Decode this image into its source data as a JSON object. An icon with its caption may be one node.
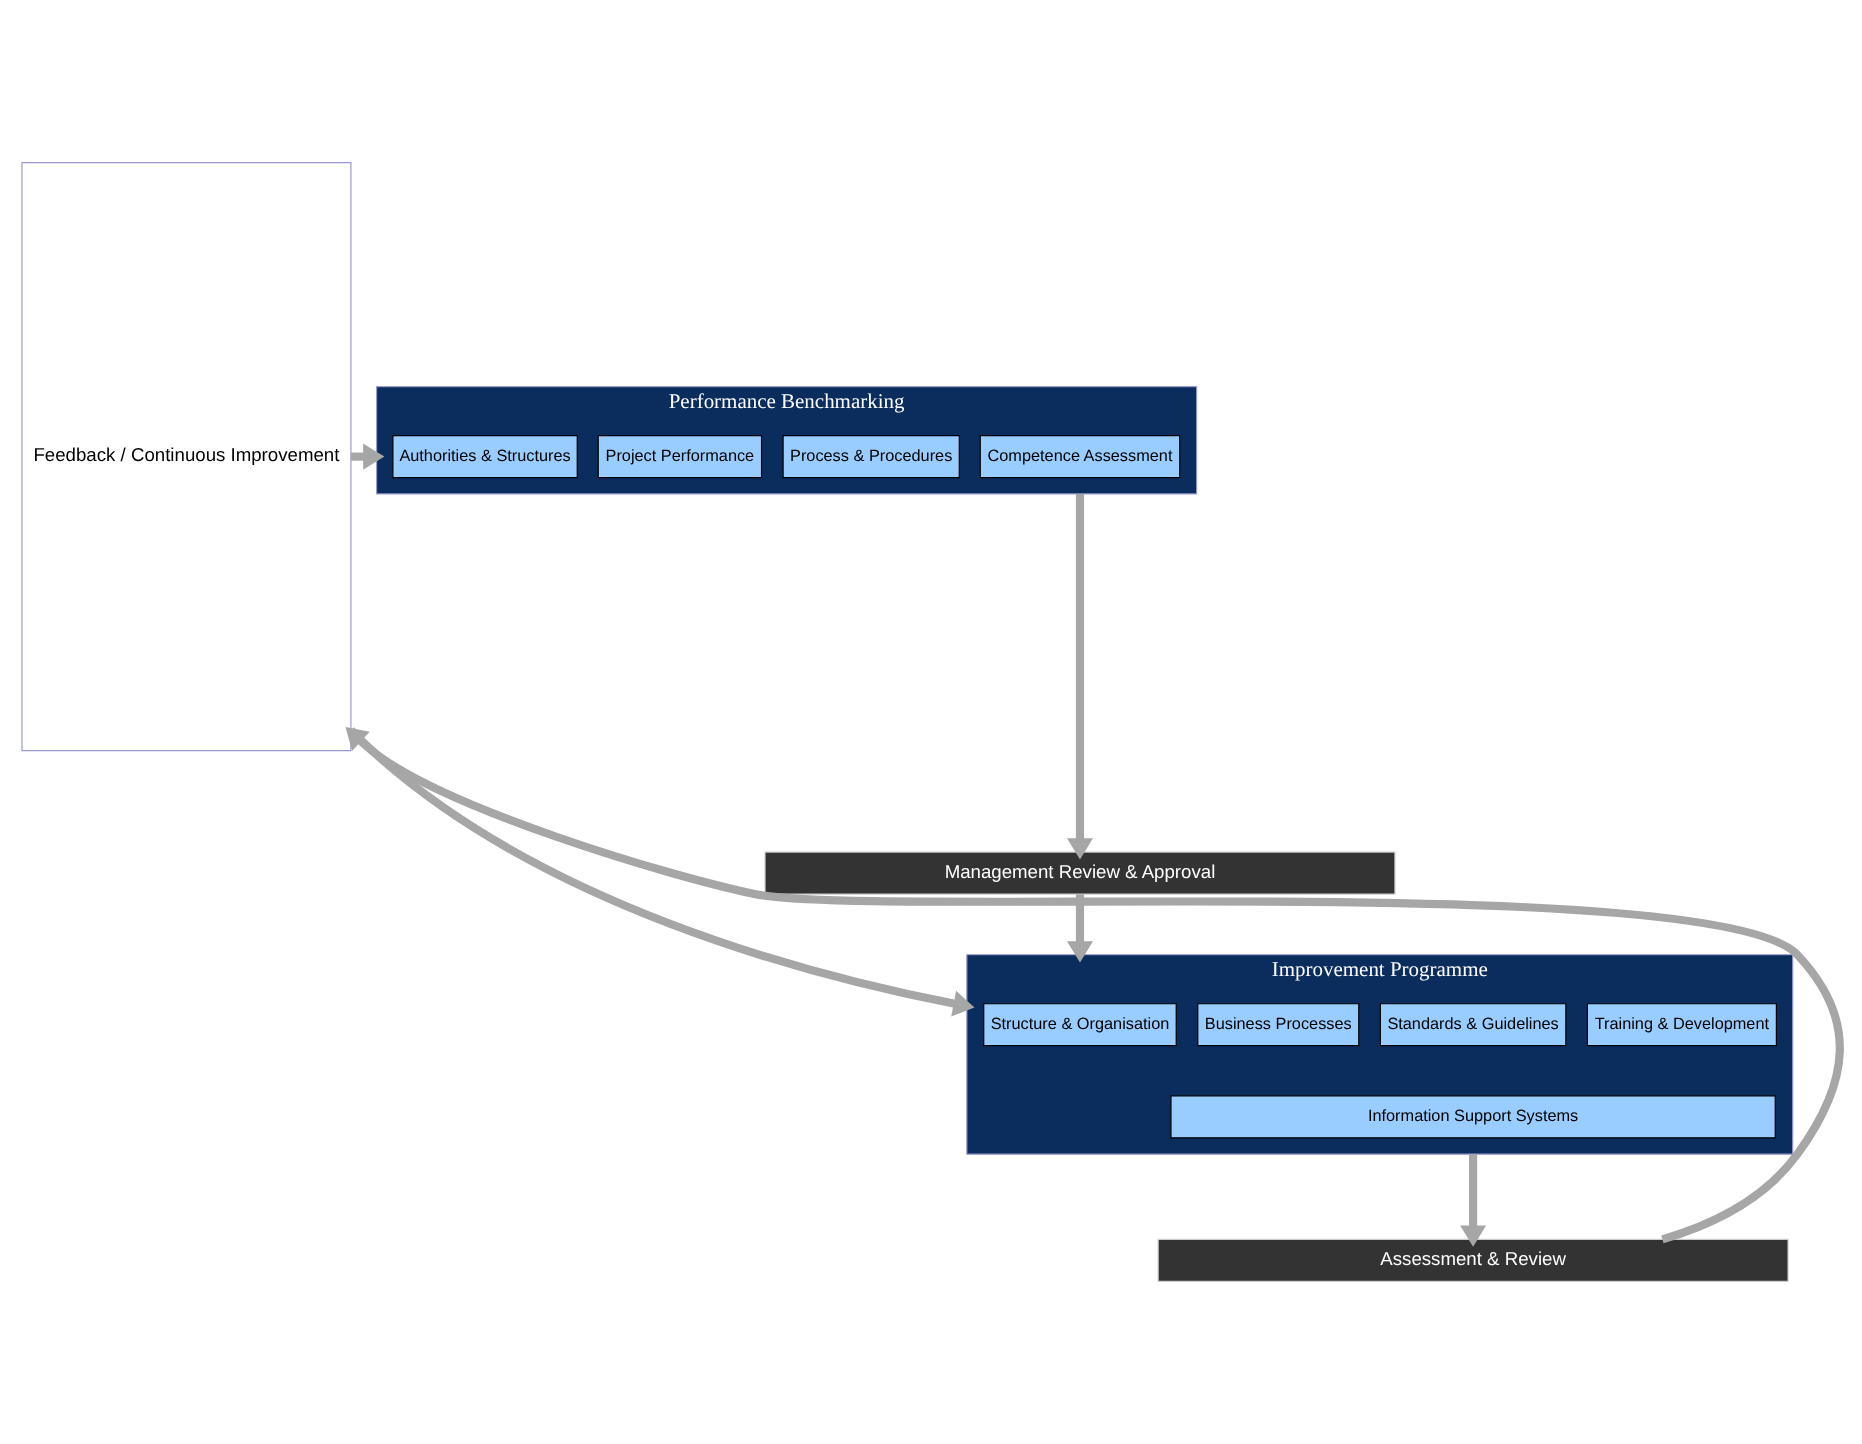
{
  "diagram": {
    "nodes": [
      {
        "text": [
          "Feedback / Continuous Improvement"
        ]
      },
      {
        "text": [
          "Performance Benchmarking"
        ]
      },
      {
        "text": [
          "Authorities & Structures"
        ],
        "in": 1
      },
      {
        "text": [
          "Project Performance"
        ],
        "in": 1
      },
      {
        "text": [
          "Process & Procedures"
        ],
        "in": 1
      },
      {
        "text": [
          "Competence Assessment"
        ],
        "in": 1
      },
      {
        "text": [
          "Management Review & Approval"
        ]
      },
      {
        "text": [
          "Improvement Programme"
        ]
      },
      {
        "text": [
          "Structure & Organisation"
        ],
        "in": 7
      },
      {
        "text": [
          "Business Processes"
        ],
        "in": 7
      },
      {
        "text": [
          "Standards & Guidelines"
        ],
        "in": 7
      },
      {
        "text": [
          "Training & Development"
        ],
        "in": 7
      },
      {
        "text": [
          "Information Support Systems"
        ],
        "in": 7
      },
      {
        "text": [
          "Assessment & Review"
        ]
      }
    ],
    "edges": [
      {
        "from": 0,
        "to": 1,
        "arrow": "to"
      },
      {
        "from": 1,
        "to": 6,
        "arrow": "to"
      },
      {
        "from": 6,
        "to": 7,
        "arrow": "to"
      },
      {
        "from": 0,
        "to": 7,
        "arrow": "to"
      },
      {
        "from": 7,
        "to": 13,
        "arrow": "to"
      },
      {
        "from": 13,
        "to": 0,
        "arrow": "to"
      }
    ]
  }
}
